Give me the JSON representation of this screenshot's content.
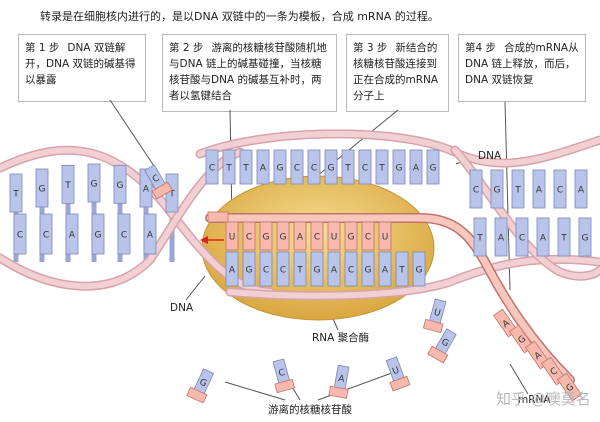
{
  "title": "转录是在细胞核内进行的，是以DNA 双链中的一条为模板，合成 mRNA 的过程。",
  "steps": [
    {
      "heading": "第 1 步",
      "text": "DNA 双链解开，DNA 双链的碱基得以暴露"
    },
    {
      "heading": "第 2 步",
      "text": "游离的核糖核苷酸随机地与DNA 链上的碱基碰撞，当核糖核苷酸与DNA 的碱基互补时，两者以氢键结合"
    },
    {
      "heading": "第 3 步",
      "text": "新结合的核糖核苷酸连接到正在合成的mRNA 分子上"
    },
    {
      "heading": "第4 步",
      "text": "合成的mRNA从 DNA 链上释放，而后，DNA 双链恢复"
    }
  ],
  "labels": {
    "dna_left": "DNA",
    "dna_right": "DNA",
    "rna_polymerase": "RNA 聚合酶",
    "mrna": "mRNA",
    "free_ntp": "游离的核糖核苷酸"
  },
  "watermark": "知乎 @噢莫名",
  "bases": {
    "left_top": [
      "T",
      "G",
      "T",
      "G",
      "G",
      "A",
      "T"
    ],
    "left_bottom": [
      "C",
      "C",
      "A",
      "G",
      "C",
      "A"
    ],
    "bubble_top": [
      "C",
      "T",
      "T",
      "A",
      "G",
      "C",
      "C",
      "G",
      "T",
      "C",
      "T",
      "G",
      "A",
      "G"
    ],
    "bubble_template": [
      "A",
      "G",
      "C",
      "C",
      "T",
      "G",
      "A",
      "C",
      "G",
      "A",
      "T",
      "G"
    ],
    "bubble_rna": [
      "U",
      "C",
      "G",
      "G",
      "A",
      "C",
      "U",
      "G",
      "C",
      "U"
    ],
    "right_top": [
      "C",
      "G",
      "T",
      "A",
      "C",
      "A"
    ],
    "right_bottom": [
      "T",
      "A",
      "C",
      "A",
      "T",
      "G"
    ],
    "mrna_tail": [
      "A",
      "G",
      "A",
      "C",
      "G"
    ],
    "free_ntp": [
      "G",
      "C",
      "A",
      "U",
      "G",
      "C",
      "U"
    ]
  },
  "colors": {
    "dna_strand": "#f2cfd3",
    "dna_strand_edge": "#d7a3aa",
    "base_blue": "#b9c4ea",
    "base_edge": "#7b86b8",
    "rna_base": "#f7b8ad",
    "rna_edge": "#c0746a",
    "rna_polymerase": "#e8b85a",
    "arrow": "#e02020"
  }
}
